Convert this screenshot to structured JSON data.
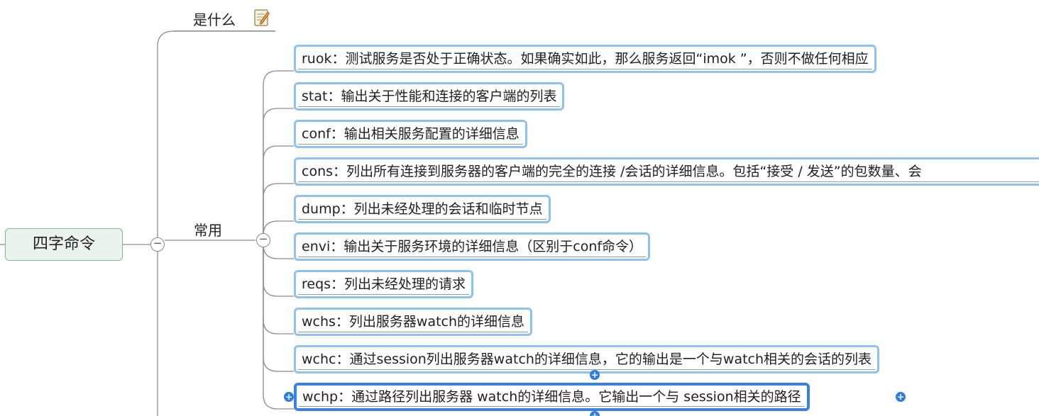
{
  "root": {
    "label": "四字命令"
  },
  "branches": {
    "what": {
      "label": "是什么",
      "icon": "note-icon"
    },
    "common": {
      "label": "常用"
    }
  },
  "toggles": {
    "collapse_symbol": "−"
  },
  "handles": {
    "add_symbol": "+"
  },
  "commands": [
    {
      "text": "ruok：测试服务是否处于正确状态。如果确实如此，那么服务返回“imok ”，否则不做任何相应"
    },
    {
      "text": "stat：输出关于性能和连接的客户端的列表"
    },
    {
      "text": "conf：输出相关服务配置的详细信息"
    },
    {
      "text": "cons：列出所有连接到服务器的客户端的完全的连接 /会话的详细信息。包括“接受 / 发送”的包数量、会"
    },
    {
      "text": "dump：列出未经处理的会话和临时节点"
    },
    {
      "text": "envi：输出关于服务环境的详细信息（区别于conf命令）"
    },
    {
      "text": "reqs：列出未经处理的请求"
    },
    {
      "text": "wchs：列出服务器watch的详细信息"
    },
    {
      "text": "wchc：通过session列出服务器watch的详细信息，它的输出是一个与watch相关的会话的列表"
    },
    {
      "text": "wchp：通过路径列出服务器 watch的详细信息。它输出一个与 session相关的路径"
    }
  ],
  "colors": {
    "root_border": "#7fb897",
    "root_fill": "#eaf4ec",
    "leaf_border": "#8ec1f0",
    "selected_border": "#3a82e0",
    "connector": "#8c8c8c"
  }
}
